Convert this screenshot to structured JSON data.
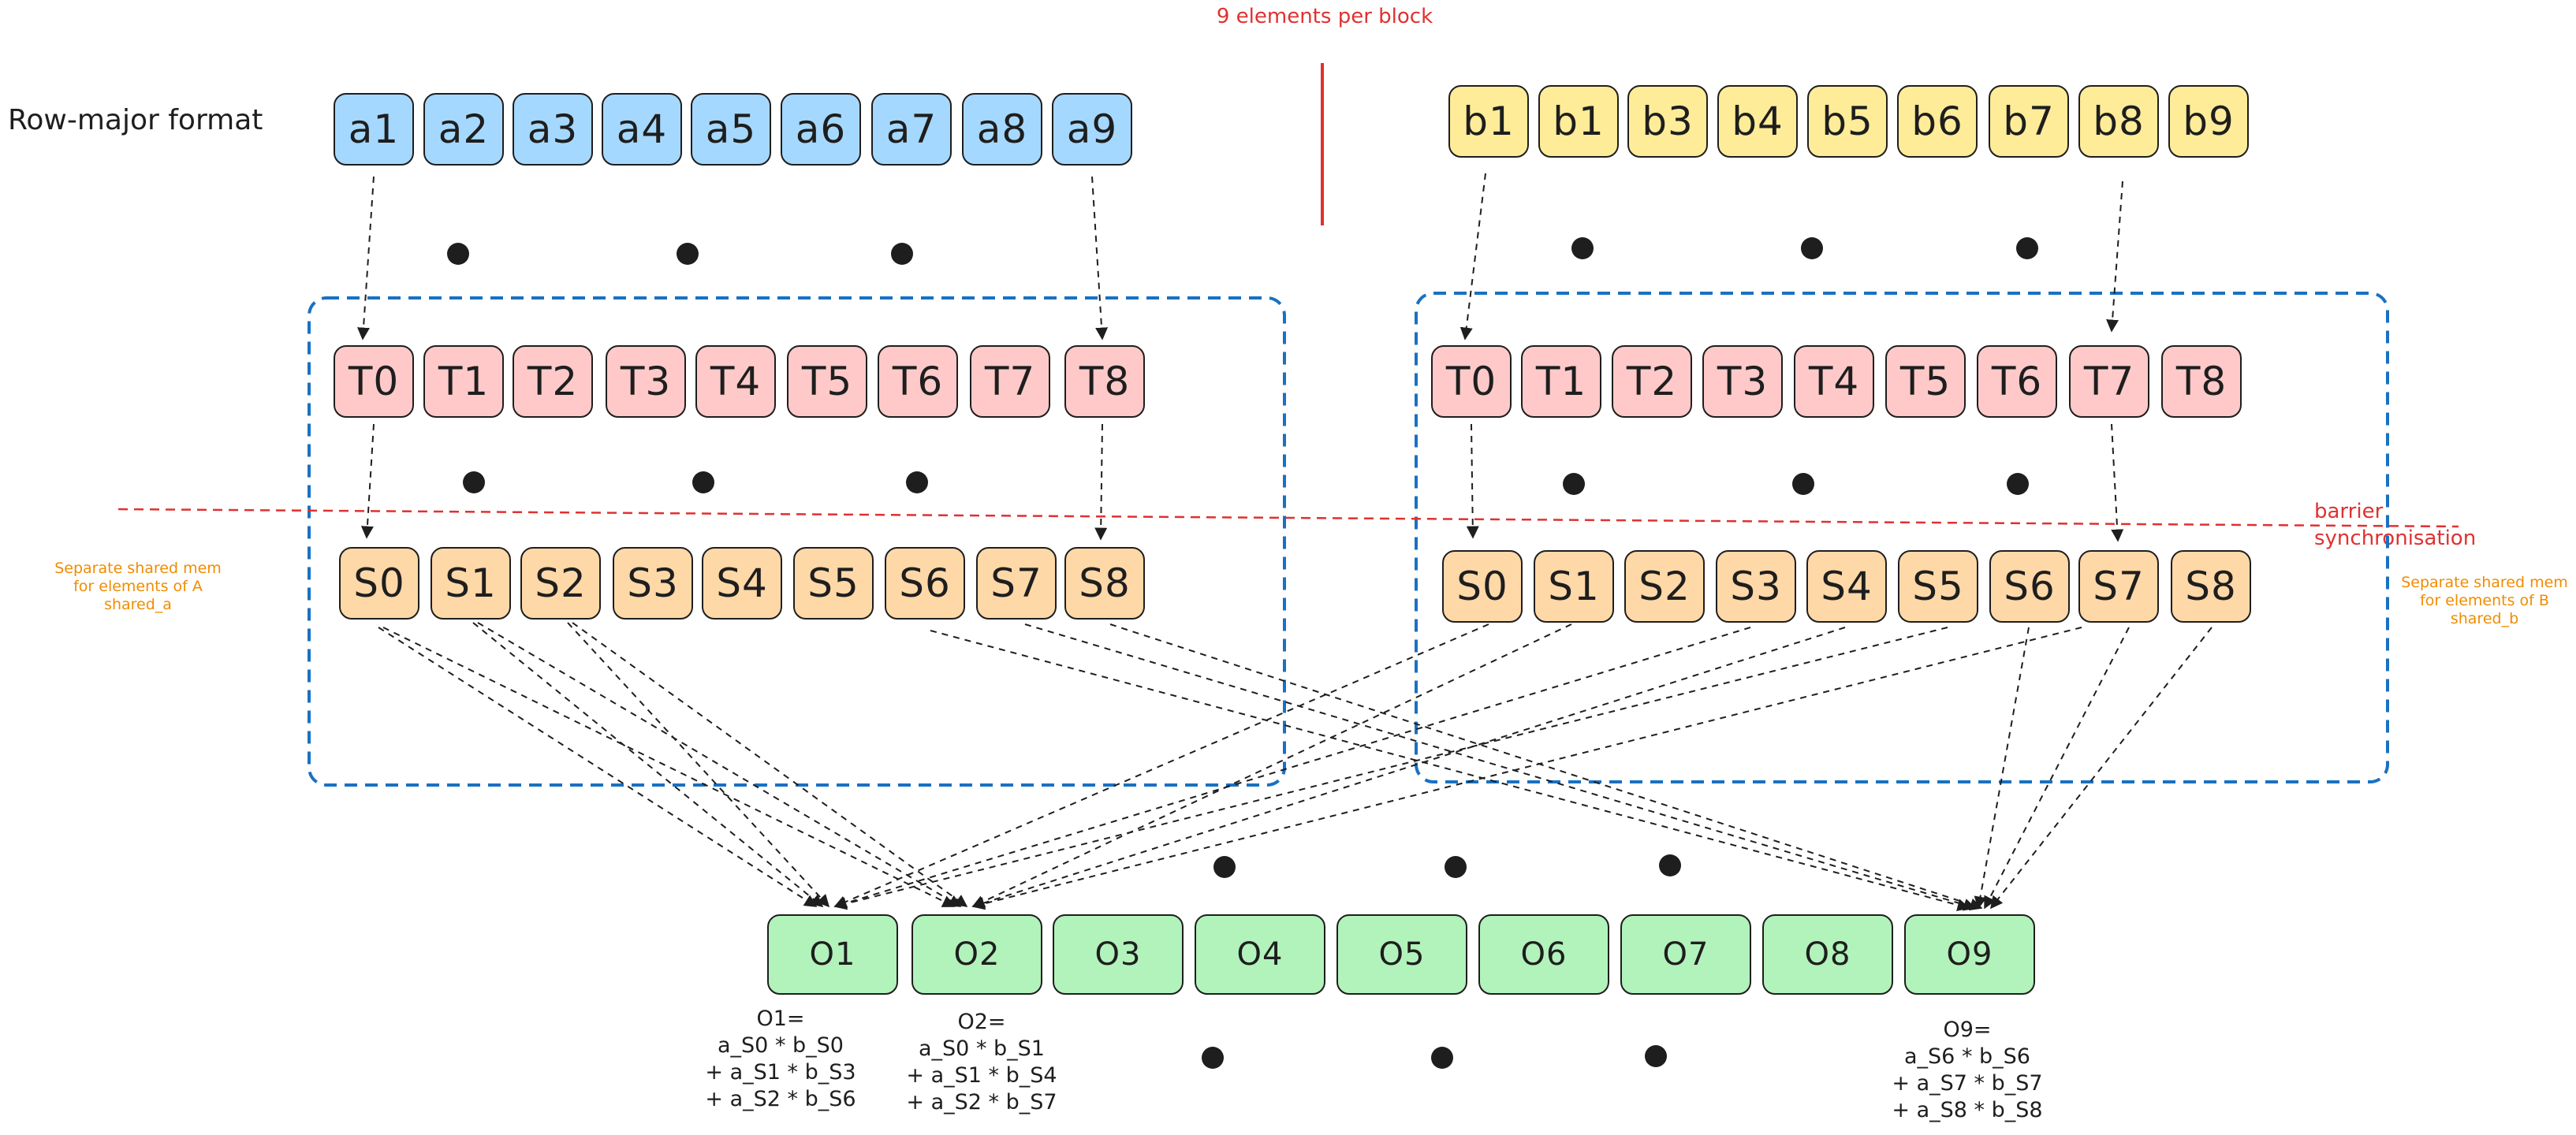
{
  "labels": {
    "row_major": "Row-major format",
    "elements_per_block": "9 elements per block",
    "barrier_line1": "barrier",
    "barrier_line2": "synchronisation"
  },
  "notes": {
    "shared_a": [
      "Separate shared mem",
      "for elements of A",
      "shared_a"
    ],
    "shared_b": [
      "Separate shared mem",
      "for elements of B",
      "shared_b"
    ]
  },
  "rows": {
    "a_inputs": [
      "a1",
      "a2",
      "a3",
      "a4",
      "a5",
      "a6",
      "a7",
      "a8",
      "a9"
    ],
    "b_inputs": [
      "b1",
      "b1",
      "b3",
      "b4",
      "b5",
      "b6",
      "b7",
      "b8",
      "b9"
    ],
    "a_threads": [
      "T0",
      "T1",
      "T2",
      "T3",
      "T4",
      "T5",
      "T6",
      "T7",
      "T8"
    ],
    "b_threads": [
      "T0",
      "T1",
      "T2",
      "T3",
      "T4",
      "T5",
      "T6",
      "T7",
      "T8"
    ],
    "a_shared": [
      "S0",
      "S1",
      "S2",
      "S3",
      "S4",
      "S5",
      "S6",
      "S7",
      "S8"
    ],
    "b_shared": [
      "S0",
      "S1",
      "S2",
      "S3",
      "S4",
      "S5",
      "S6",
      "S7",
      "S8"
    ],
    "outputs": [
      "O1",
      "O2",
      "O3",
      "O4",
      "O5",
      "O6",
      "O7",
      "O8",
      "O9"
    ]
  },
  "formulas": {
    "o1": [
      "O1=",
      "a_S0 * b_S0",
      "+ a_S1 * b_S3",
      "+ a_S2 * b_S6"
    ],
    "o2": [
      "O2=",
      "a_S0 * b_S1",
      "+ a_S1 * b_S4",
      "+ a_S2 * b_S7"
    ],
    "o9": [
      "O9=",
      "a_S6 * b_S6",
      "+ a_S7 * b_S7",
      "+ a_S8 * b_S8"
    ]
  },
  "colors": {
    "a_input_fill": "#a5d8ff",
    "b_input_fill": "#ffec99",
    "thread_fill": "#ffc9c9",
    "shared_fill": "#ffd8a8",
    "output_fill": "#b2f2bb",
    "block_border": "#1971c2",
    "red_annotation": "#e03131",
    "orange_note": "#f08c00"
  }
}
